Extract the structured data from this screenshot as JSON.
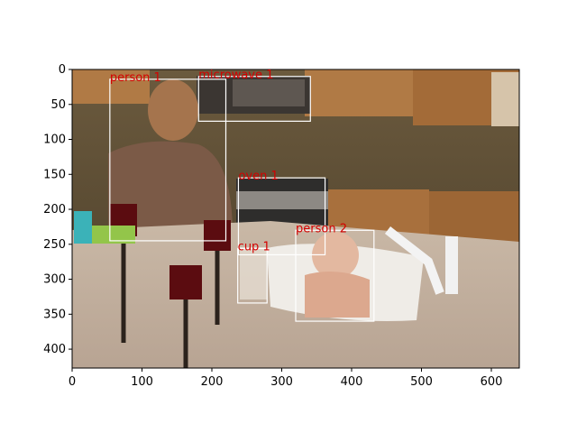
{
  "image": {
    "description_icon": "photo-icon",
    "width": 640,
    "height": 427
  },
  "axes": {
    "xlim": [
      0,
      640
    ],
    "ylim": [
      427,
      0
    ],
    "x_ticks": [
      0,
      100,
      200,
      300,
      400,
      500,
      600
    ],
    "y_ticks": [
      0,
      50,
      100,
      150,
      200,
      250,
      300,
      350,
      400
    ]
  },
  "detections": [
    {
      "label": "person 1",
      "bbox_data": [
        54,
        14,
        220,
        245
      ]
    },
    {
      "label": "microwave 1",
      "bbox_data": [
        181,
        10,
        341,
        74
      ]
    },
    {
      "label": "oven 1",
      "bbox_data": [
        238,
        155,
        362,
        265
      ]
    },
    {
      "label": "person 2",
      "bbox_data": [
        320,
        230,
        432,
        360
      ]
    },
    {
      "label": "cup 1",
      "bbox_data": [
        237,
        256,
        279,
        334
      ]
    }
  ],
  "colors": {
    "box_stroke": "#ffffff",
    "label_text": "#d40000",
    "axis": "#000000"
  }
}
